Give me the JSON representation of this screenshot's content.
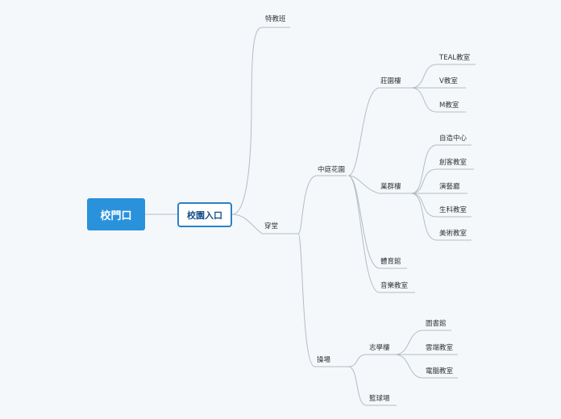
{
  "root": {
    "label": "校門口"
  },
  "main_topic": {
    "label": "校園入口"
  },
  "branches": {
    "special_class": "特教班",
    "hallway": "穿堂",
    "courtyard": "中庭花園",
    "zhuang_yuan": "莊園樓",
    "teal_room": "TEAL教室",
    "v_room": "V教室",
    "m_room": "M教室",
    "ye_qun": "業群樓",
    "self_study": "自造中心",
    "maker_room": "創客教室",
    "performance_hall": "演藝廳",
    "biotech_room": "生科教室",
    "art_room": "美術教室",
    "gym": "體育館",
    "music_room": "音樂教室",
    "playground": "操場",
    "zhi_xue": "志學樓",
    "library": "圖書館",
    "cloud_room": "雲端教室",
    "computer_room": "電腦教室",
    "basketball": "籃球場"
  },
  "colors": {
    "root_fill": "#2a92db",
    "topic_border": "#2a82c8",
    "topic_text": "#17508a",
    "connector": "#b4bcc6",
    "background": "#f5f8fb"
  }
}
